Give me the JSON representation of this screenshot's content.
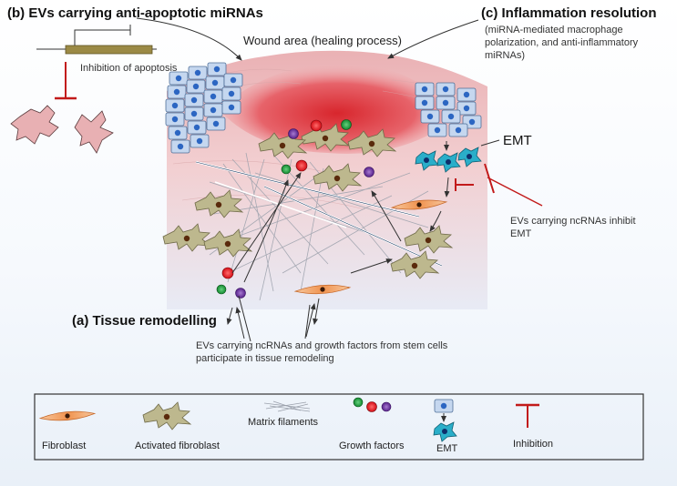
{
  "labels": {
    "title_b": "(b) EVs carrying anti-apoptotic miRNAs",
    "title_c": "(c) Inflammation resolution",
    "title_c_sub": "(miRNA-mediated macrophage polarization, and anti-inflammatory miRNAs)",
    "wound_area": "Wound area (healing process)",
    "inhibition_of_apoptosis": "Inhibition of apoptosis",
    "emt": "EMT",
    "evs_inhibit_emt": "EVs carrying ncRNAs inhibit EMT",
    "title_a": "(a) Tissue remodelling",
    "tissue_remodeling_desc": "EVs carrying ncRNAs and growth factors from stem cells participate in tissue remodeling"
  },
  "legend": {
    "fibroblast": "Fibroblast",
    "activated_fibroblast": "Activated fibroblast",
    "matrix_filaments": "Matrix filaments",
    "growth_factors": "Growth  factors",
    "emt": "EMT",
    "inhibition": "Inhibition"
  },
  "colors": {
    "wound_red": "#e0434a",
    "tissue_pink": "#efc2c4",
    "epithelial_blue": "#c5d7ef",
    "emt_cell_cyan": "#2aaec9",
    "fibroblast_orange": "#f2a36a",
    "activated_fibroblast_khaki": "#bdb88e",
    "gf_green": "#1d9e3b",
    "gf_red": "#e4121c",
    "gf_purple": "#6b33a0",
    "inhibition_red": "#c21a1a",
    "apoptotic_cell_pink": "#e8b0b3"
  }
}
